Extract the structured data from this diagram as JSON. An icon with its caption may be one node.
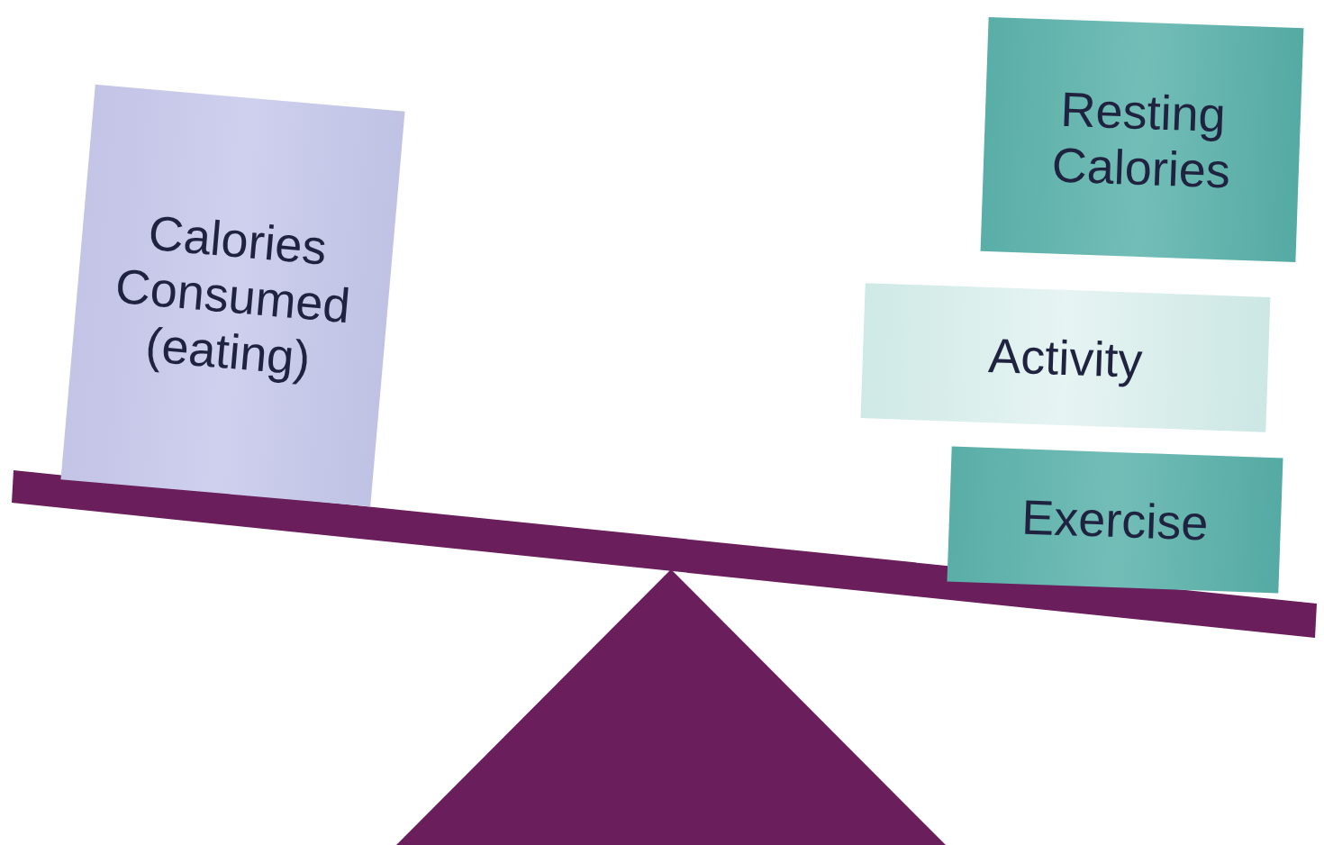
{
  "diagram": {
    "nodes": [
      {
        "text": [
          "Calories Consumed (eating)"
        ]
      },
      {
        "text": [
          "Resting Calories"
        ]
      },
      {
        "text": [
          "Activity"
        ]
      },
      {
        "text": [
          "Exercise"
        ]
      }
    ]
  }
}
